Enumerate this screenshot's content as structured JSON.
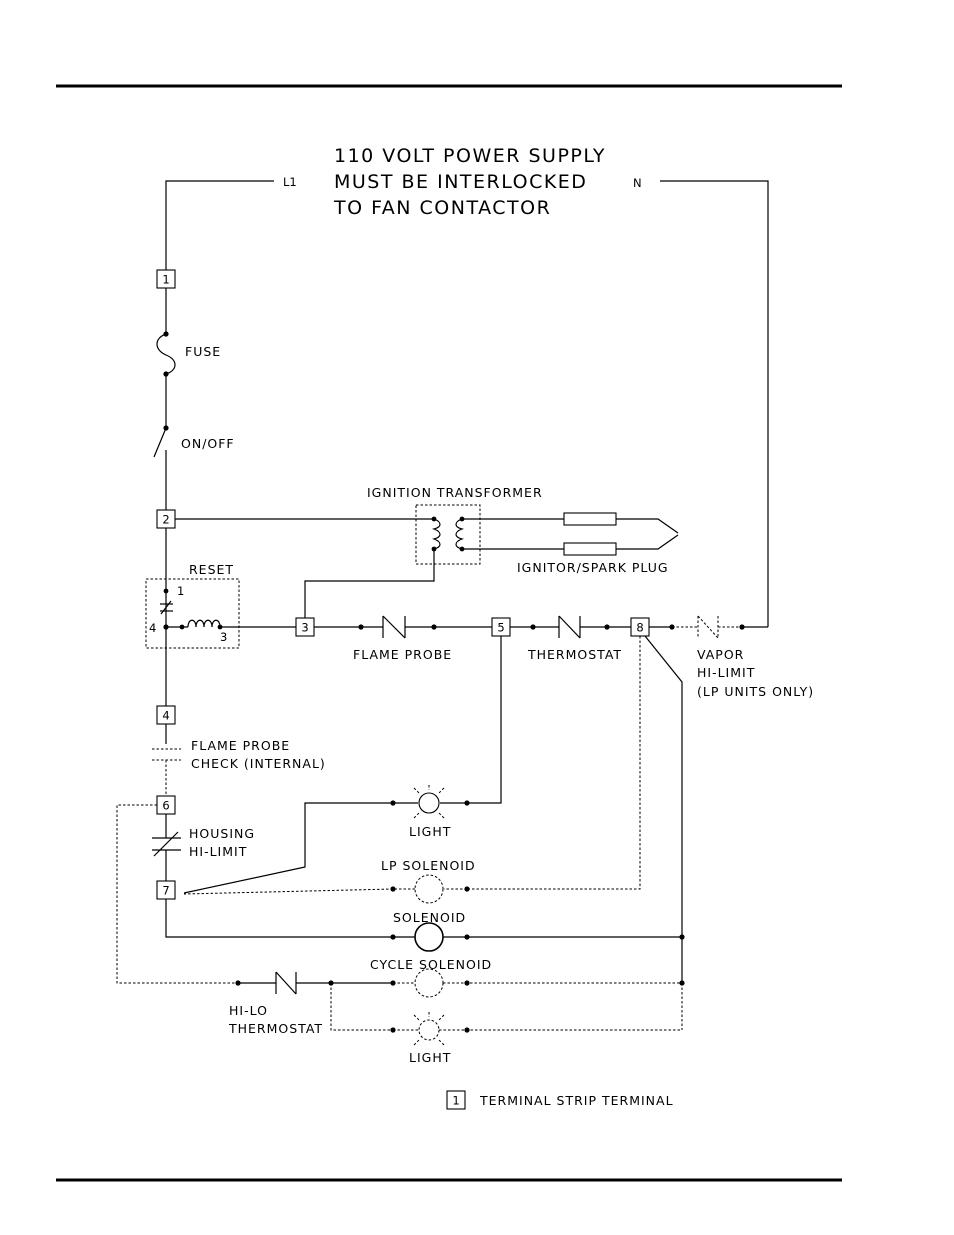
{
  "header": {
    "power_line1": "110 VOLT POWER SUPPLY",
    "power_line2": "MUST BE INTERLOCKED",
    "power_line3": "TO FAN CONTACTOR",
    "l1": "L1",
    "n": "N"
  },
  "terminals": [
    "1",
    "2",
    "3",
    "4",
    "5",
    "6",
    "7",
    "8"
  ],
  "labels": {
    "fuse": "FUSE",
    "on_off": "ON/OFF",
    "ignition_transformer": "IGNITION TRANSFORMER",
    "ignitor_spark_plug": "IGNITOR/SPARK PLUG",
    "reset": "RESET",
    "reset_pin1": "1",
    "reset_pin3": "3",
    "reset_pin4": "4",
    "flame_probe": "FLAME PROBE",
    "thermostat": "THERMOSTAT",
    "vapor_line1": "VAPOR",
    "vapor_line2": "HI-LIMIT",
    "vapor_line3": "(LP UNITS ONLY)",
    "flame_probe_check1": "FLAME PROBE",
    "flame_probe_check2": "CHECK (INTERNAL)",
    "housing1": "HOUSING",
    "housing2": "HI-LIMIT",
    "light_top": "LIGHT",
    "lp_solenoid": "LP SOLENOID",
    "solenoid": "SOLENOID",
    "cycle_solenoid": "CYCLE SOLENOID",
    "hi_lo1": "HI-LO",
    "hi_lo2": "THERMOSTAT",
    "light_bottom": "LIGHT"
  },
  "legend": {
    "symbol": "1",
    "text": "TERMINAL STRIP TERMINAL"
  }
}
